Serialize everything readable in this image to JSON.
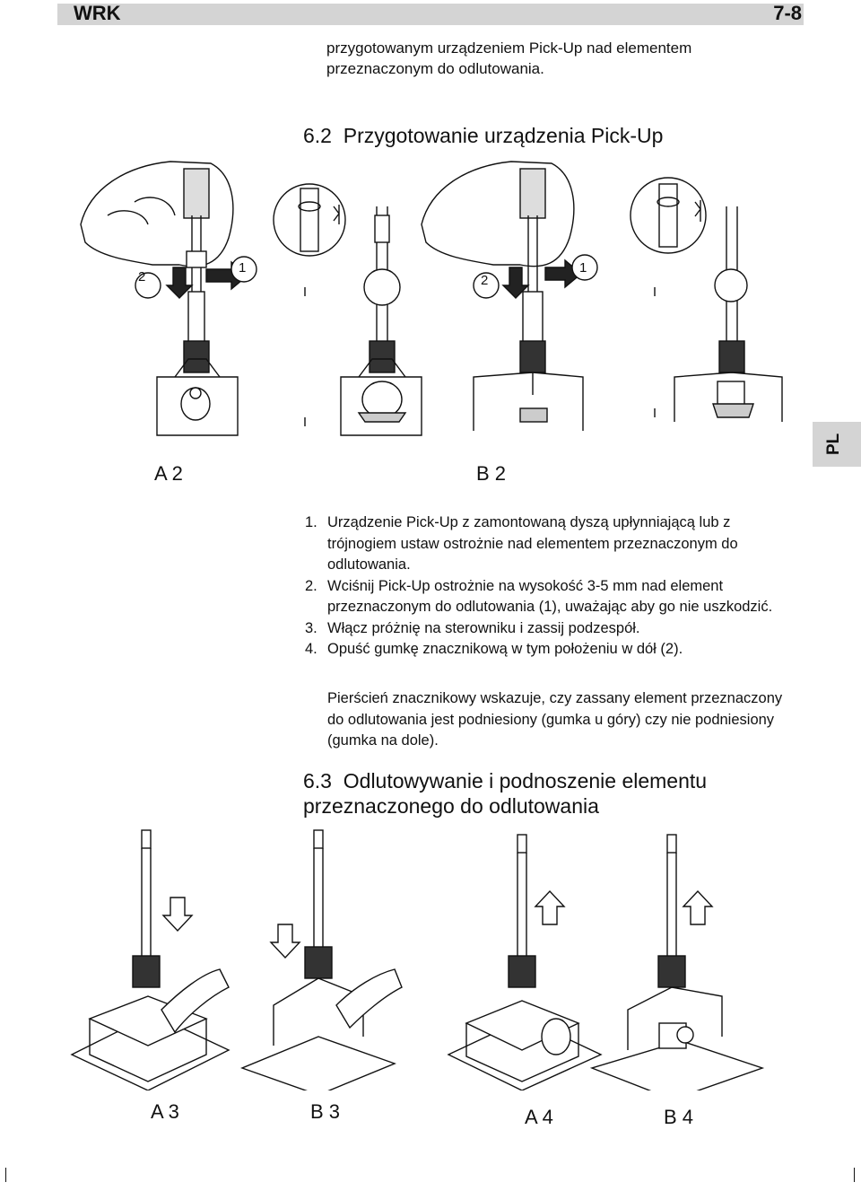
{
  "header": {
    "title": "WRK",
    "page": "7-8"
  },
  "intro": "przygotowanym urządzeniem Pick-Up nad elementem przeznaczonym do odlutowania.",
  "section_62": {
    "number": "6.2",
    "title": "Przygotowanie urządzenia Pick-Up"
  },
  "top_figures": {
    "label_a": "A 2",
    "label_b": "B 2",
    "marker_1": "1",
    "marker_2": "2"
  },
  "lang_tab": "PL",
  "steps": [
    {
      "num": "1.",
      "text": "Urządzenie Pick-Up z zamontowaną dyszą upłynniającą lub z trójnogiem ustaw ostrożnie nad elementem przeznaczonym do odlutowania."
    },
    {
      "num": "2.",
      "text": "Wciśnij Pick-Up ostrożnie na wysokość 3-5 mm nad element przeznaczonym do odlutowania (1), uważając aby go nie uszkodzić."
    },
    {
      "num": "3.",
      "text": "Włącz próżnię na sterowniku i zassij podzespół."
    },
    {
      "num": "4.",
      "text": "Opuść gumkę znacznikową w tym położeniu w dół (2)."
    }
  ],
  "note": "Pierścień znacznikowy wskazuje, czy zassany element przeznaczony do odlutowania jest podniesiony (gumka u góry) czy nie podniesiony (gumka na dole).",
  "section_63": {
    "number": "6.3",
    "title": "Odlutowywanie i podnoszenie elementu przeznaczonego do odlutowania"
  },
  "bottom_figures": {
    "a3": "A 3",
    "b3": "B 3",
    "a4": "A 4",
    "b4": "B 4"
  }
}
